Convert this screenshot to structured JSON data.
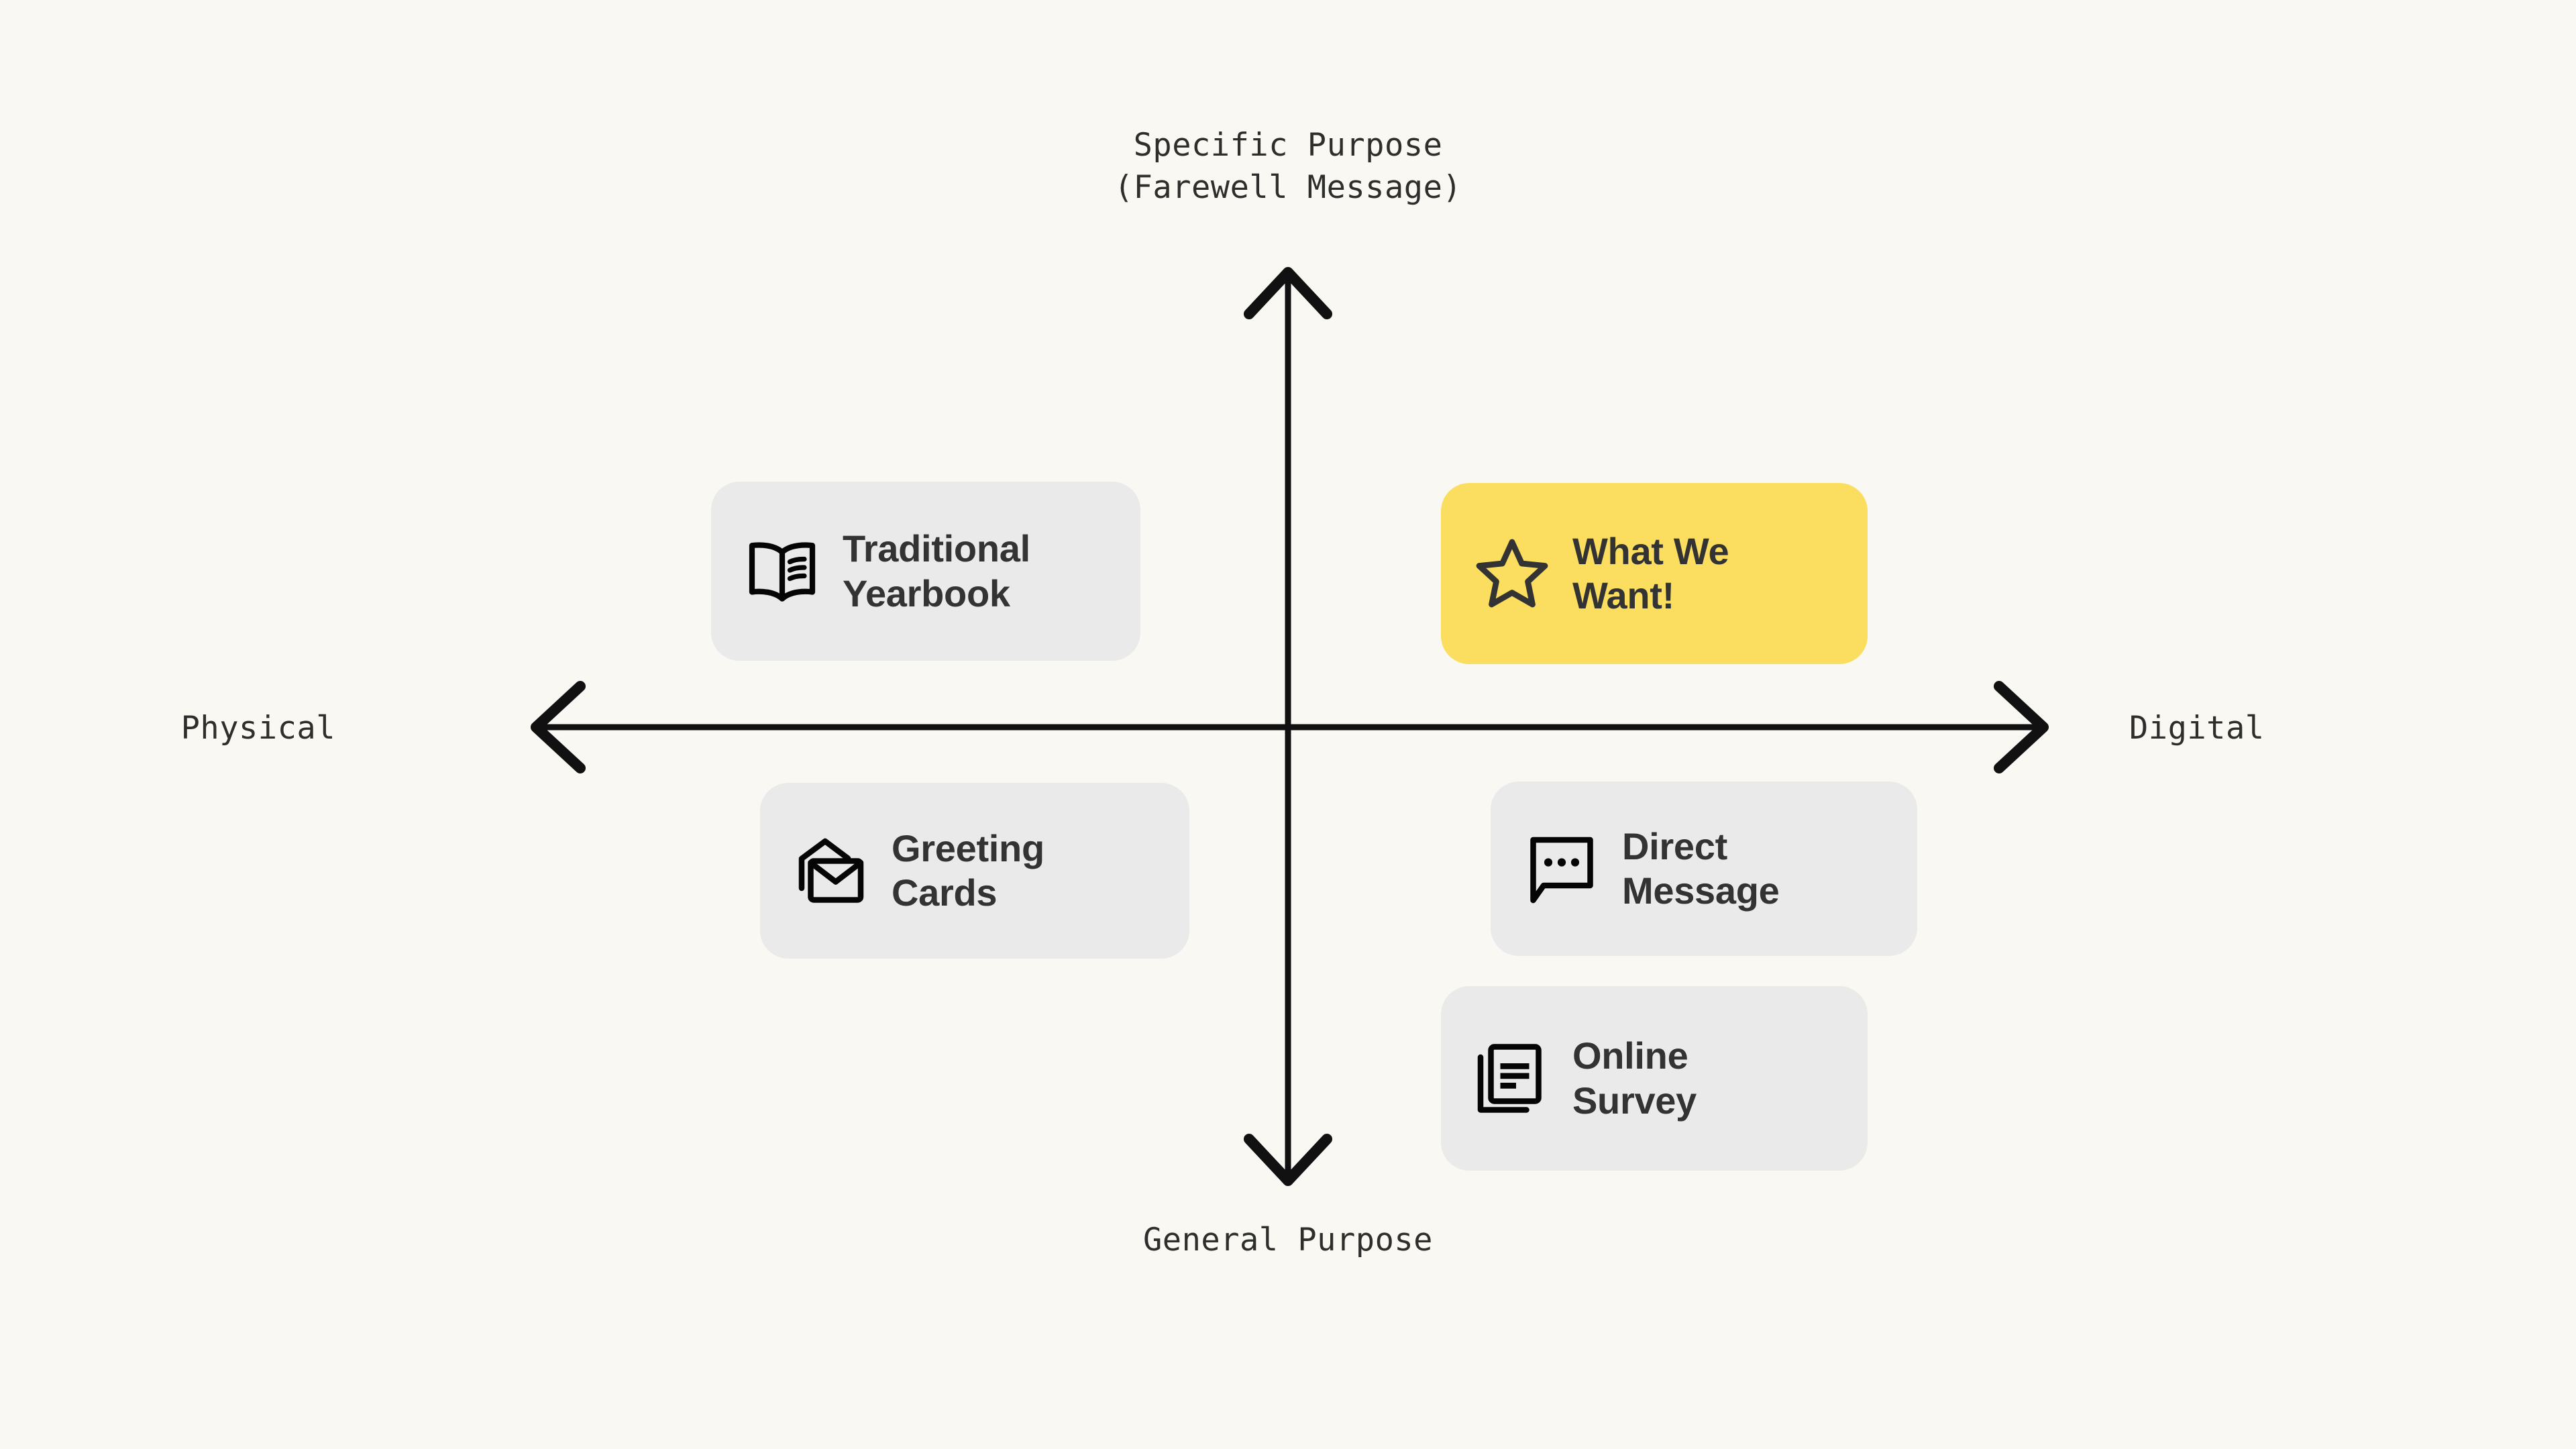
{
  "canvas": {
    "background_color": "#f9f8f3",
    "axis_color": "#111111",
    "card_color": "#eaeaea",
    "highlight_color": "#fbde5f",
    "text_color": "#333333"
  },
  "chart_data": {
    "type": "scatter",
    "title": "",
    "subtitle": "",
    "axes": {
      "x": {
        "negative_label": "Physical",
        "positive_label": "Digital",
        "type": "bipolar",
        "arrows": "both"
      },
      "y": {
        "positive_label": "Specific Purpose\n(Farewell Message)",
        "negative_label": "General Purpose",
        "type": "bipolar",
        "arrows": "both"
      }
    },
    "grid": false,
    "legend": null,
    "items": [
      {
        "label": "Traditional\nYearbook",
        "icon": "open-book-icon",
        "quadrant": "physical-specific",
        "x": -0.52,
        "y": 0.52,
        "highlighted": false
      },
      {
        "label": "What We\nWant!",
        "icon": "star-icon",
        "quadrant": "digital-specific",
        "x": 0.53,
        "y": 0.52,
        "highlighted": true
      },
      {
        "label": "Greeting\nCards",
        "icon": "envelope-open-icon",
        "quadrant": "physical-general",
        "x": -0.45,
        "y": -0.35,
        "highlighted": false
      },
      {
        "label": "Direct\nMessage",
        "icon": "chat-bubble-dots-icon",
        "quadrant": "digital-general",
        "x": 0.52,
        "y": -0.35,
        "highlighted": false
      },
      {
        "label": "Online\nSurvey",
        "icon": "documents-stack-icon",
        "quadrant": "digital-general",
        "x": 0.53,
        "y": -0.62,
        "highlighted": false
      }
    ]
  },
  "axis_labels": {
    "top_line1": "Specific Purpose",
    "top_line2": "(Farewell Message)",
    "top": "Specific Purpose\n(Farewell Message)",
    "bottom": "General Purpose",
    "left": "Physical",
    "right": "Digital"
  },
  "cards": {
    "yearbook": {
      "label": "Traditional\nYearbook",
      "icon": "open-book-icon"
    },
    "want": {
      "label": "What We\nWant!",
      "icon": "star-icon"
    },
    "greeting": {
      "label": "Greeting\nCards",
      "icon": "envelope-open-icon"
    },
    "dm": {
      "label": "Direct\nMessage",
      "icon": "chat-bubble-dots-icon"
    },
    "survey": {
      "label": "Online\nSurvey",
      "icon": "documents-stack-icon"
    }
  }
}
